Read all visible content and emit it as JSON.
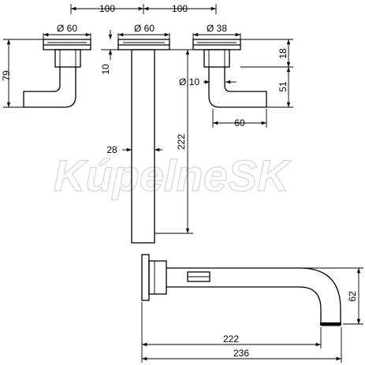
{
  "watermark": "KúpelneSK",
  "dimensions": {
    "spacing_left": "100",
    "spacing_right": "100",
    "dia_left_handle": "Ø 60",
    "dia_spout_rosette": "Ø 60",
    "dia_right_rosette": "Ø 38",
    "height_left_handle": "79",
    "rosette_depth": "10",
    "right_rosette_height": "18",
    "lever_diameter": "Ø 10",
    "lever_drop": "51",
    "lever_length": "60",
    "spout_pipe_width": "28",
    "spout_pipe_length": "222",
    "spout_projection": "222",
    "spout_total_projection": "236",
    "spout_height": "62"
  }
}
